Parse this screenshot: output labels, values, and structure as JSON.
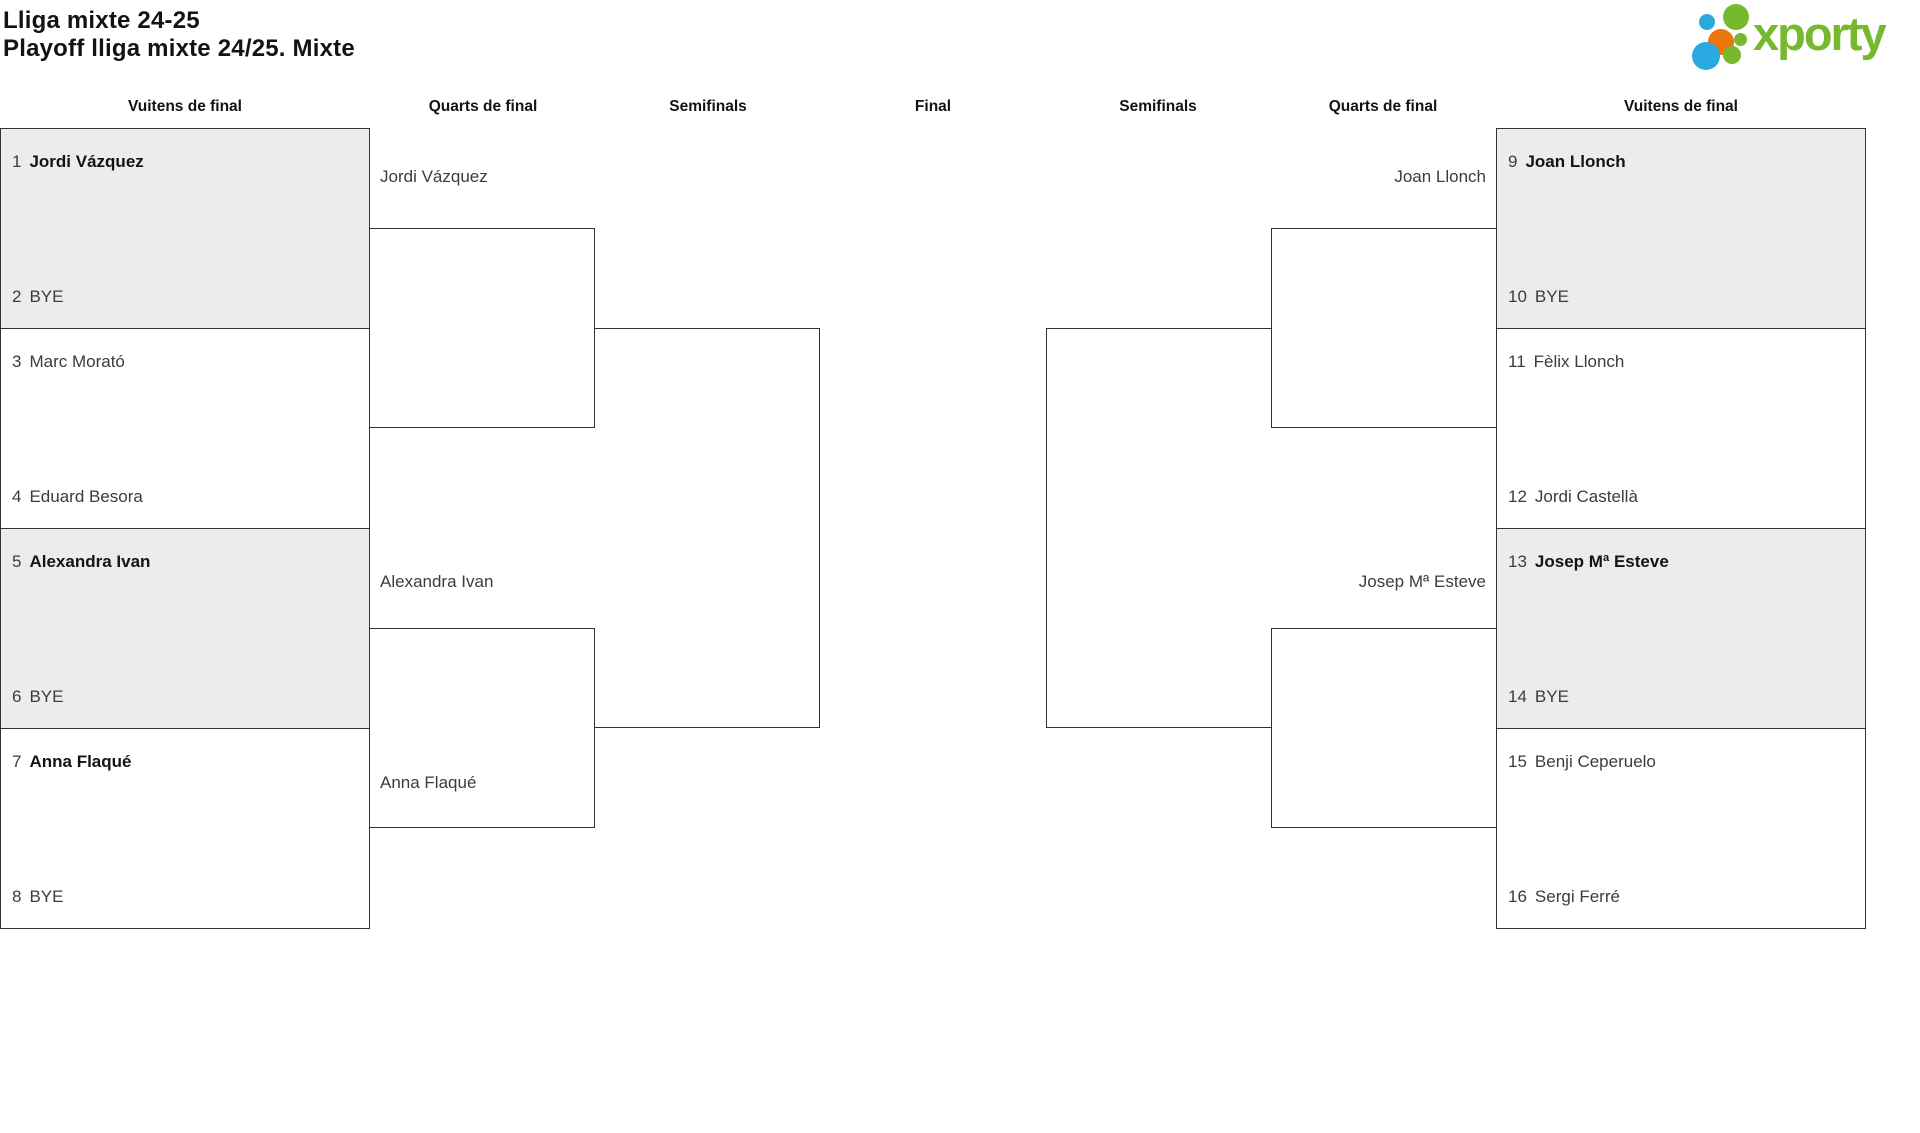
{
  "title": {
    "line1": "Lliga mixte 24-25",
    "line2": "Playoff lliga mixte 24/25. Mixte"
  },
  "logo": {
    "text": "xporty"
  },
  "columns": [
    "Vuitens de final",
    "Quarts de final",
    "Semifinals",
    "Final",
    "Semifinals",
    "Quarts de final",
    "Vuitens de final"
  ],
  "round_of_16": {
    "left": [
      {
        "top": {
          "seed": "1",
          "name": "Jordi Vázquez"
        },
        "bottom": {
          "seed": "2",
          "name": "BYE"
        }
      },
      {
        "top": {
          "seed": "3",
          "name": "Marc Morató"
        },
        "bottom": {
          "seed": "4",
          "name": "Eduard Besora"
        }
      },
      {
        "top": {
          "seed": "5",
          "name": "Alexandra Ivan"
        },
        "bottom": {
          "seed": "6",
          "name": "BYE"
        }
      },
      {
        "top": {
          "seed": "7",
          "name": "Anna Flaqué"
        },
        "bottom": {
          "seed": "8",
          "name": "BYE"
        }
      }
    ],
    "right": [
      {
        "top": {
          "seed": "9",
          "name": "Joan Llonch"
        },
        "bottom": {
          "seed": "10",
          "name": "BYE"
        }
      },
      {
        "top": {
          "seed": "11",
          "name": "Fèlix Llonch"
        },
        "bottom": {
          "seed": "12",
          "name": "Jordi Castellà"
        }
      },
      {
        "top": {
          "seed": "13",
          "name": "Josep Mª Esteve"
        },
        "bottom": {
          "seed": "14",
          "name": "BYE"
        }
      },
      {
        "top": {
          "seed": "15",
          "name": "Benji Ceperuelo"
        },
        "bottom": {
          "seed": "16",
          "name": "Sergi Ferré"
        }
      }
    ]
  },
  "quarterfinals": {
    "left": [
      {
        "name": "Jordi Vázquez"
      },
      {
        "name": "Alexandra Ivan"
      },
      {
        "name": "Anna Flaqué"
      }
    ],
    "right": [
      {
        "name": "Joan Llonch"
      },
      {
        "name": "Josep Mª Esteve"
      }
    ]
  },
  "colors": {
    "line": "#333333",
    "shaded-bg": "#ececec",
    "text-dark": "#141414",
    "text-regular": "#3c3c3c",
    "brand-green": "#76b82e",
    "brand-blue": "#2aa9e0",
    "brand-orange": "#ea760d"
  }
}
